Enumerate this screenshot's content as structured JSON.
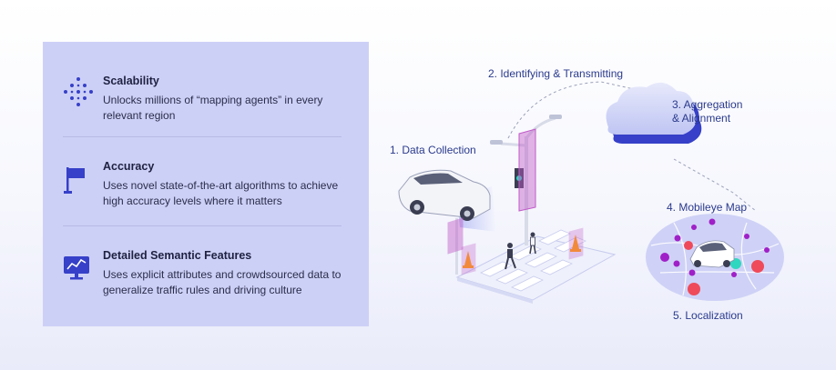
{
  "features": [
    {
      "icon": "dot-network-icon",
      "title": "Scalability",
      "description": "Unlocks millions of “mapping agents” in every relevant region"
    },
    {
      "icon": "flag-icon",
      "title": "Accuracy",
      "description": "Uses novel state-of-the-art algorithms to achieve high accuracy levels where it matters"
    },
    {
      "icon": "monitor-graph-icon",
      "title": "Detailed Semantic Features",
      "description": "Uses explicit attributes and crowdsourced data to generalize traffic rules and driving culture"
    }
  ],
  "steps": {
    "data_collection": "1. Data Collection",
    "identifying": "2. Identifying & Transmitting",
    "aggregation_line1": "3. Aggregation",
    "aggregation_line2": "& Alignment",
    "mobileye_map": "4. Mobileye Map",
    "localization": "5. Localization"
  },
  "colors": {
    "panel_bg": "#cdd0f6",
    "accent_blue": "#3640c8",
    "label_text": "#2a3a8c",
    "pole_magenta": "#c05ac8",
    "map_red": "#ef4a5a",
    "map_purple": "#a020c8",
    "map_teal": "#2fd7c0",
    "cone_orange": "#f28a3c"
  }
}
